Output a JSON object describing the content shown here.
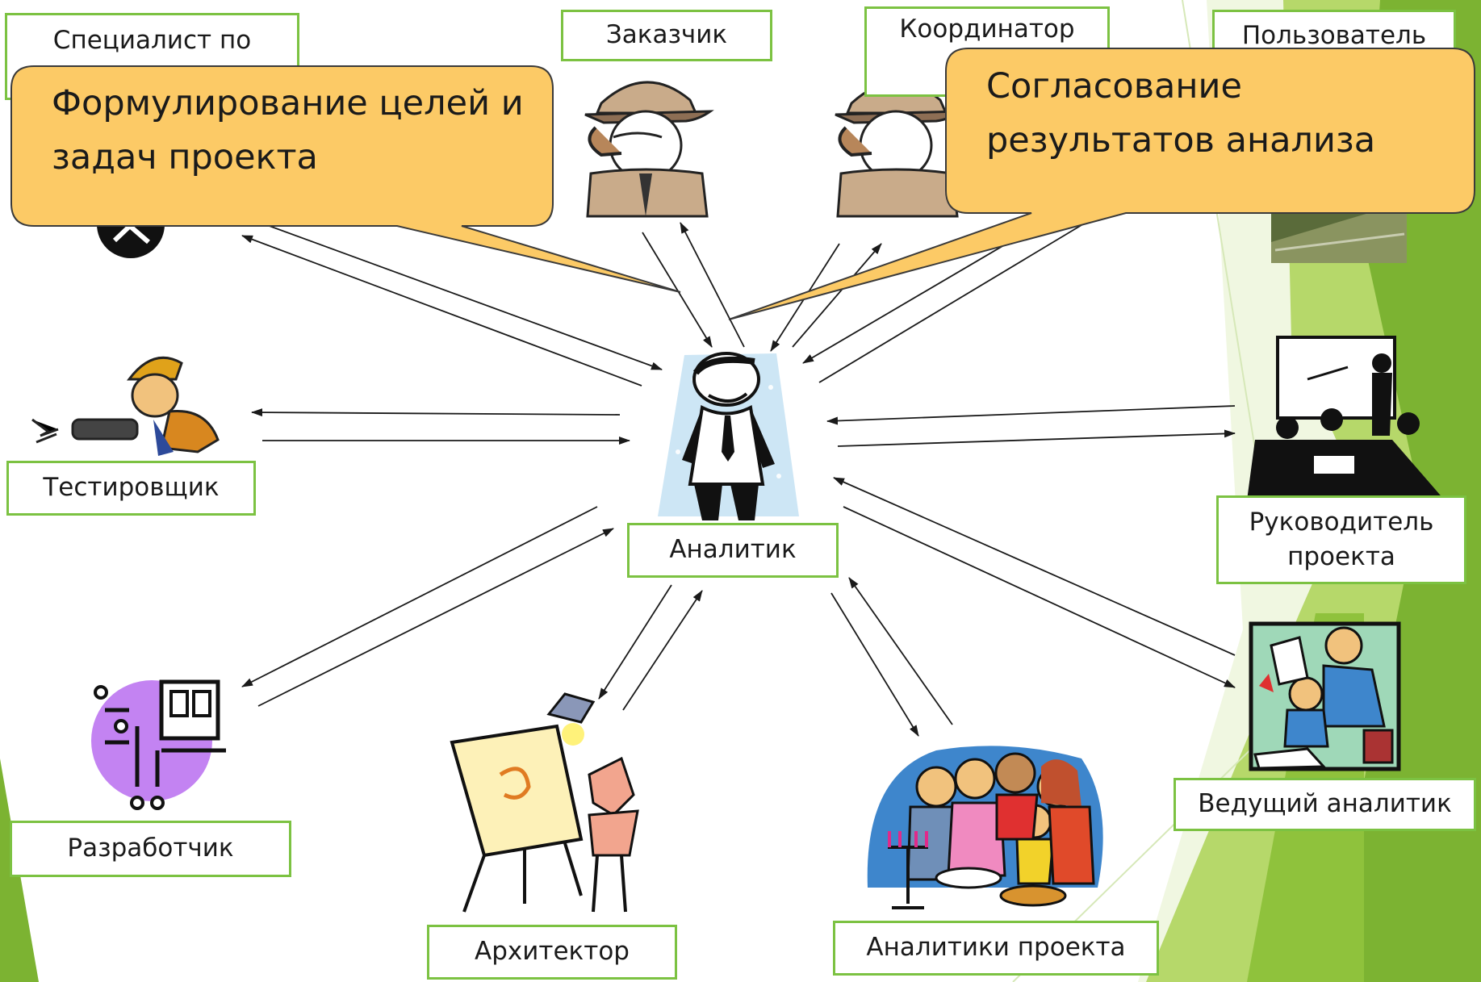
{
  "colors": {
    "box_border": "#7cc242",
    "callout_fill": "#fcca66",
    "callout_stroke": "#3a3a3a",
    "green_light": "#b6d86a",
    "green_dark": "#7cb332",
    "arrow": "#1a1a1a"
  },
  "roles": {
    "specialist": "Специалист по",
    "customer": "Заказчик",
    "coordinator": "Координатор\nп",
    "user": "Пользователь",
    "tester": "Тестировщик",
    "analyst": "Аналитик",
    "project_manager": "Руководитель\nпроекта",
    "developer": "Разработчик",
    "architect": "Архитектор",
    "project_analysts": "Аналитики проекта",
    "lead_analyst": "Ведущий аналитик"
  },
  "callouts": {
    "goals": "Формулирование целей и\n   задач проекта",
    "agreement": "Согласование\n     результатов анализа"
  },
  "icons": {
    "specialist": "tools-icon",
    "customer": "pipe-man-icon",
    "coordinator": "pipe-man-icon",
    "user": "photo-icon",
    "tester": "drill-worker-icon",
    "analyst": "businessman-icon",
    "project_manager": "presentation-icon",
    "developer": "computer-network-icon",
    "architect": "artist-easel-icon",
    "project_analysts": "family-group-icon",
    "lead_analyst": "study-icon"
  }
}
